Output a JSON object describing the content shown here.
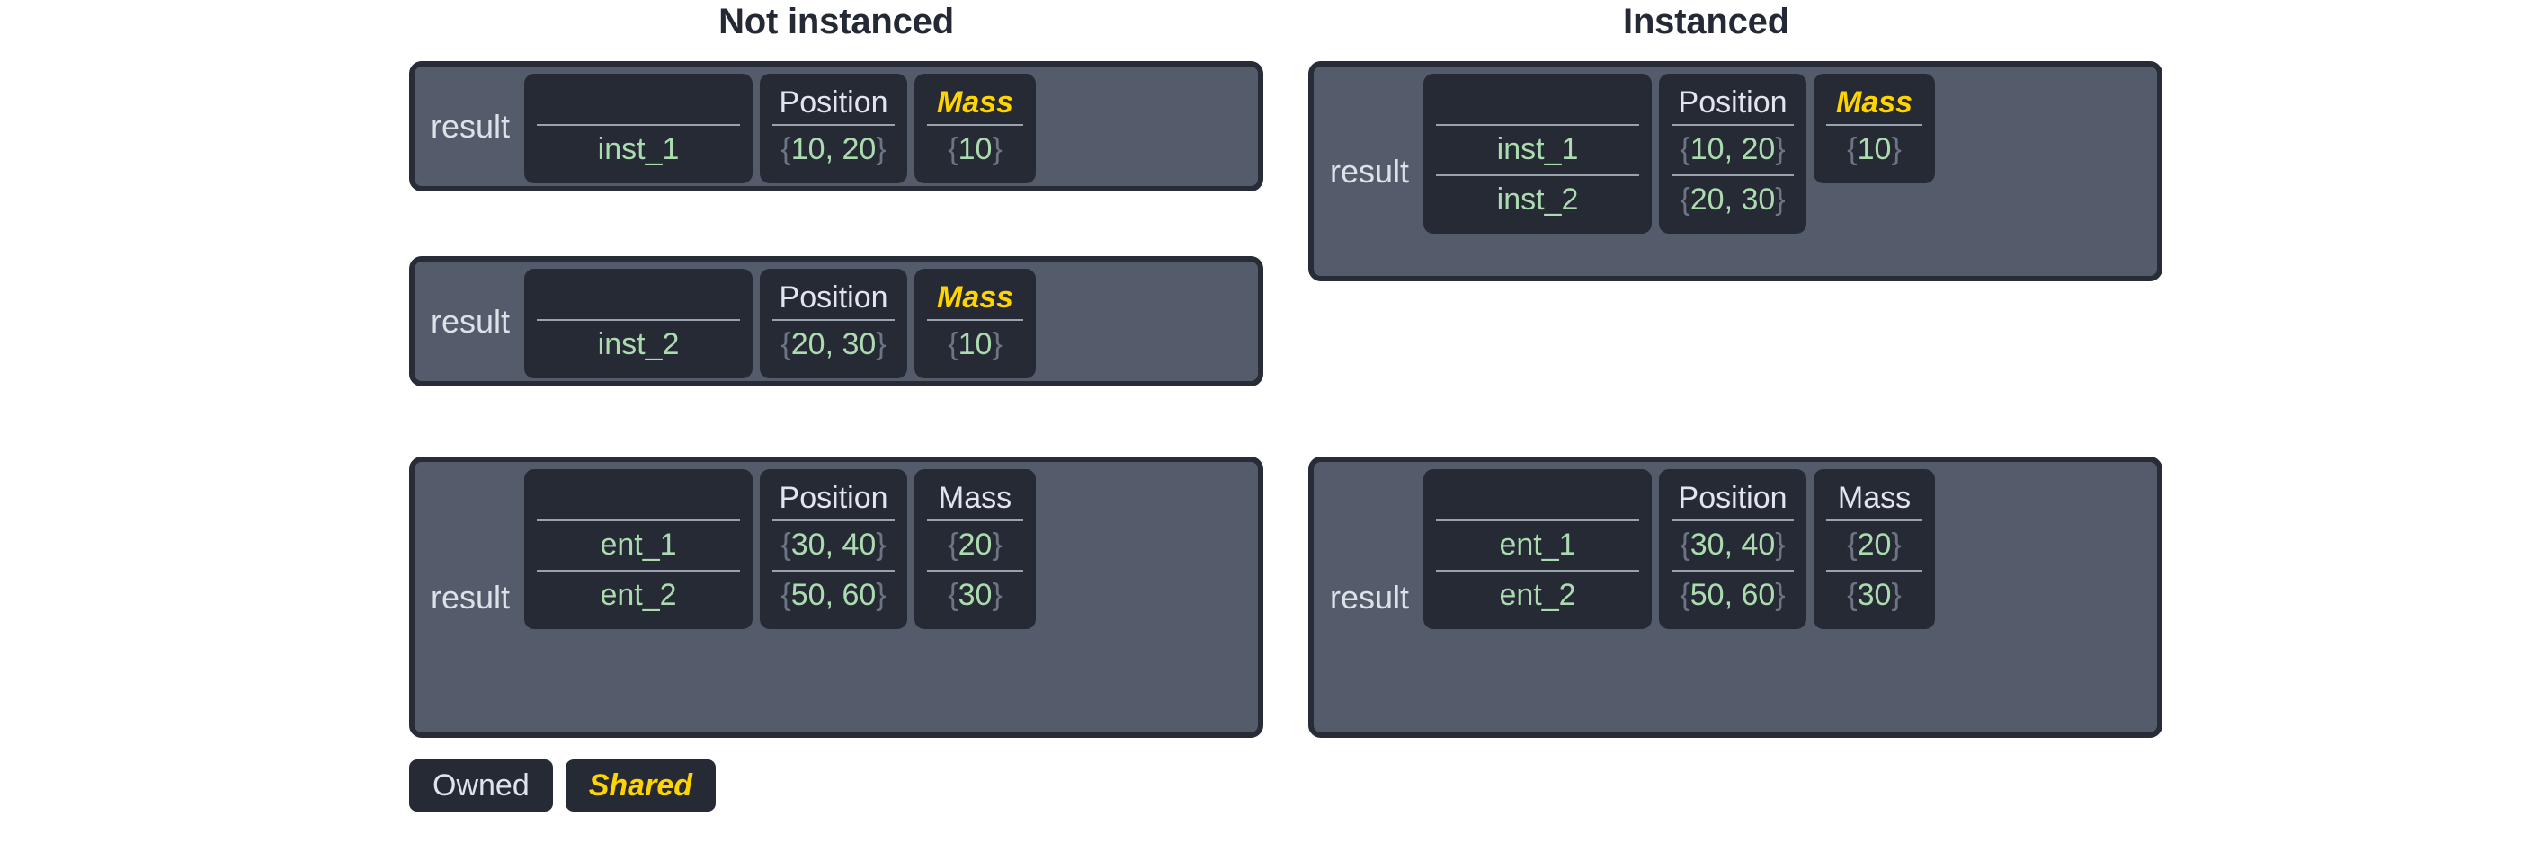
{
  "headings": {
    "not_instanced": "Not instanced",
    "instanced": "Instanced"
  },
  "labels": {
    "result": "result",
    "empty_header": ""
  },
  "columns": {
    "name": "",
    "position": "Position",
    "mass": "Mass"
  },
  "colors": {
    "panel_fill": "#545b6b",
    "panel_border": "#272c37",
    "column_fill": "#252a35",
    "shared_yellow": "#ffd400",
    "owned_white": "#e2e6ec",
    "value_green": "#abdbaf",
    "brace_gray": "#6d7584",
    "divider_gray": "#9aa2ae",
    "title_dark": "#242a35",
    "background": "#ffffff"
  },
  "not_instanced": {
    "panels": [
      {
        "label": "result",
        "name_header": "",
        "position_header": "Position",
        "mass_header": "Mass",
        "mass_shared": true,
        "rows": [
          {
            "name": "inst_1",
            "position_open": "{",
            "position_value": "10, 20",
            "position_close": "}",
            "mass_open": "{",
            "mass_value": "10",
            "mass_close": "}"
          }
        ]
      },
      {
        "label": "result",
        "name_header": "",
        "position_header": "Position",
        "mass_header": "Mass",
        "mass_shared": true,
        "rows": [
          {
            "name": "inst_2",
            "position_open": "{",
            "position_value": "20, 30",
            "position_close": "}",
            "mass_open": "{",
            "mass_value": "10",
            "mass_close": "}"
          }
        ]
      },
      {
        "label": "result",
        "name_header": "",
        "position_header": "Position",
        "mass_header": "Mass",
        "mass_shared": false,
        "rows": [
          {
            "name": "ent_1",
            "position_open": "{",
            "position_value": "30, 40",
            "position_close": "}",
            "mass_open": "{",
            "mass_value": "20",
            "mass_close": "}"
          },
          {
            "name": "ent_2",
            "position_open": "{",
            "position_value": "50, 60",
            "position_close": "}",
            "mass_open": "{",
            "mass_value": "30",
            "mass_close": "}"
          }
        ]
      }
    ]
  },
  "instanced": {
    "panels": [
      {
        "label": "result",
        "name_header": "",
        "position_header": "Position",
        "mass_header": "Mass",
        "mass_shared": true,
        "mass_rows_span": 1,
        "rows": [
          {
            "name": "inst_1",
            "position_open": "{",
            "position_value": "10, 20",
            "position_close": "}",
            "mass_open": "{",
            "mass_value": "10",
            "mass_close": "}"
          },
          {
            "name": "inst_2",
            "position_open": "{",
            "position_value": "20, 30",
            "position_close": "}"
          }
        ]
      },
      {
        "label": "result",
        "name_header": "",
        "position_header": "Position",
        "mass_header": "Mass",
        "mass_shared": false,
        "mass_rows_span": 2,
        "rows": [
          {
            "name": "ent_1",
            "position_open": "{",
            "position_value": "30, 40",
            "position_close": "}",
            "mass_open": "{",
            "mass_value": "20",
            "mass_close": "}"
          },
          {
            "name": "ent_2",
            "position_open": "{",
            "position_value": "50, 60",
            "position_close": "}",
            "mass_open": "{",
            "mass_value": "30",
            "mass_close": "}"
          }
        ]
      }
    ]
  },
  "legend": {
    "items": [
      {
        "label": "Owned",
        "shared": false
      },
      {
        "label": "Shared",
        "shared": true
      }
    ]
  }
}
